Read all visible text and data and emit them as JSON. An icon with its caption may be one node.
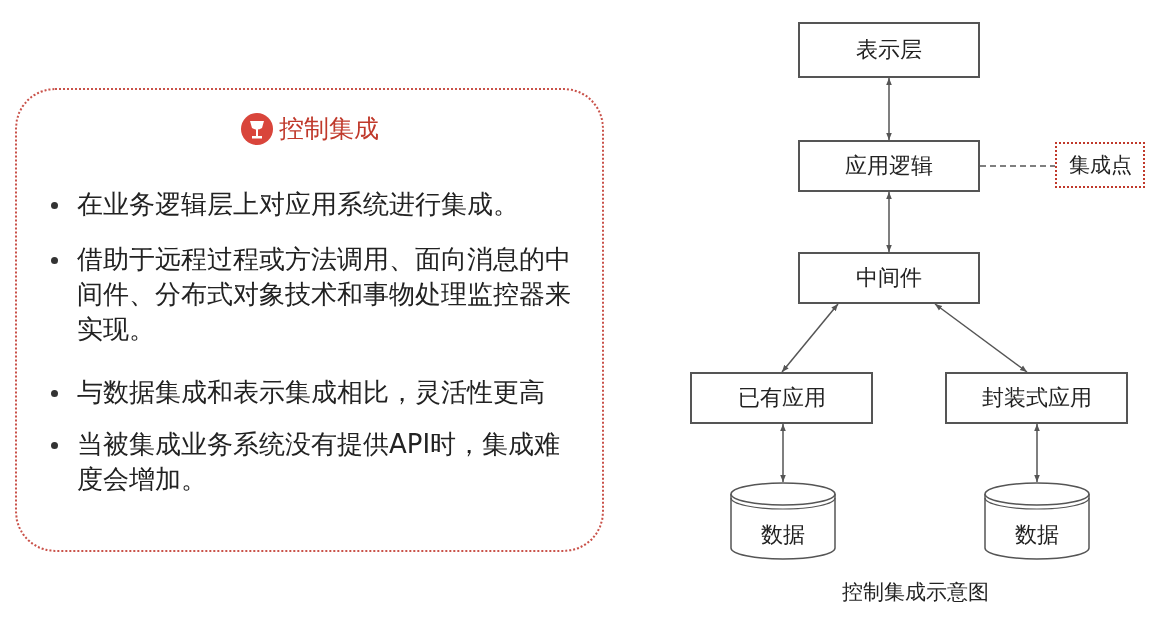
{
  "diagram": {
    "caption": "控制集成示意图",
    "nodes": [
      {
        "text": [
          "控制集成",
          "在业务逻辑层上对应用系统进行集成。",
          "借助于远程过程或方法调用、面向消息的中间件、分布式对象技术和事物处理监控器来实现。",
          "与数据集成和表示集成相比，灵活性更高",
          "当被集成业务系统没有提供API时，集成难度会增加。"
        ]
      },
      {
        "text": [
          "表示层"
        ]
      },
      {
        "text": [
          "应用逻辑"
        ]
      },
      {
        "text": [
          "集成点"
        ]
      },
      {
        "text": [
          "中间件"
        ]
      },
      {
        "text": [
          "已有应用"
        ]
      },
      {
        "text": [
          "封装式应用"
        ]
      },
      {
        "text": [
          "数据"
        ]
      },
      {
        "text": [
          "数据"
        ]
      }
    ],
    "edges": [
      {
        "from": 1,
        "to": 2,
        "arrow": "both"
      },
      {
        "from": 2,
        "to": 3,
        "arrow": "none",
        "style": "dashed"
      },
      {
        "from": 2,
        "to": 4,
        "arrow": "both"
      },
      {
        "from": 4,
        "to": 5,
        "arrow": "both"
      },
      {
        "from": 4,
        "to": 6,
        "arrow": "both"
      },
      {
        "from": 5,
        "to": 7,
        "arrow": "both"
      },
      {
        "from": 6,
        "to": 8,
        "arrow": "both"
      }
    ]
  }
}
